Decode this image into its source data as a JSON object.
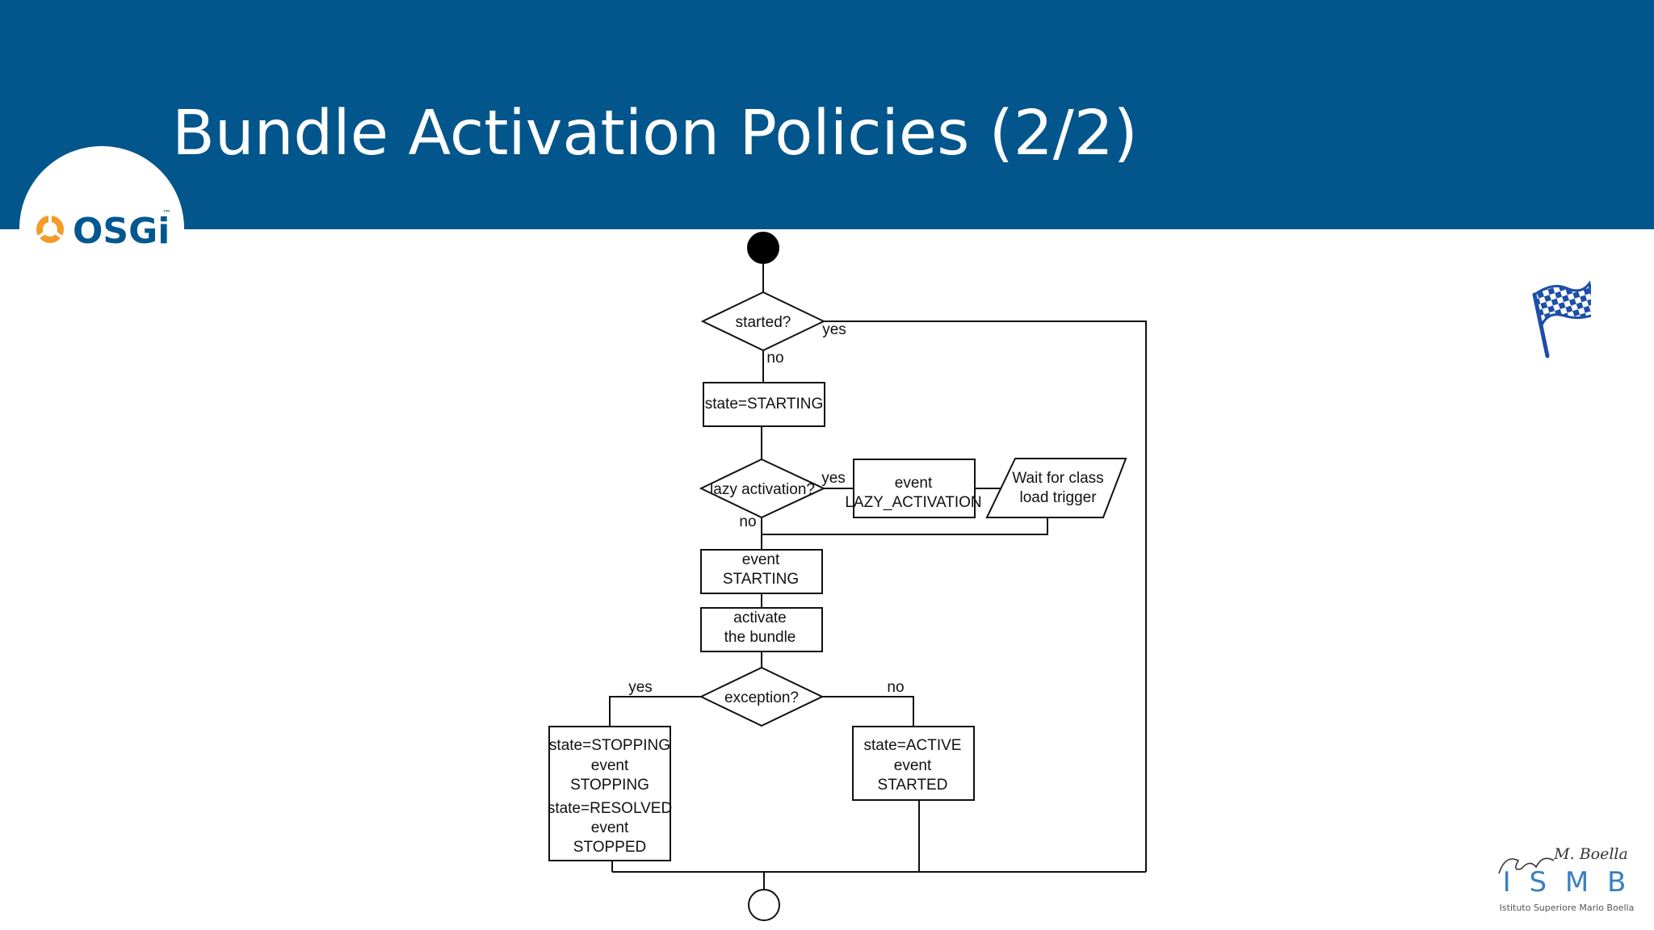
{
  "slide": {
    "title": "Bundle Activation Policies (2/2)",
    "colors": {
      "header": "#02568b",
      "osgi_orange": "#f39c28",
      "osgi_blue": "#01588f",
      "flag_blue": "#1d4ea8"
    }
  },
  "osgi_logo": {
    "text": "OSGi",
    "trademark": "™"
  },
  "diagram": {
    "started_question": "started?",
    "started_yes": "yes",
    "started_no": "no",
    "state_starting": "state=STARTING",
    "lazy_question": "lazy activation?",
    "lazy_yes": "yes",
    "lazy_no": "no",
    "lazy_event_line1": "event",
    "lazy_event_line2": "LAZY_ACTIVATION",
    "wait_line1": "Wait for class",
    "wait_line2": "load trigger",
    "event_starting_line1": "event",
    "event_starting_line2": "STARTING",
    "activate_line1": "activate",
    "activate_line2": "the bundle",
    "exception_question": "exception?",
    "exception_yes": "yes",
    "exception_no": "no",
    "stopping_box": [
      "state=STOPPING",
      "event",
      "STOPPING",
      "state=RESOLVED",
      "event",
      "STOPPED"
    ],
    "active_box": [
      "state=ACTIVE",
      "event",
      "STARTED"
    ]
  },
  "ismb_logo": {
    "signature": "M. Boella",
    "letters": "I S M B",
    "caption": "Istituto Superiore Mario Boella"
  }
}
